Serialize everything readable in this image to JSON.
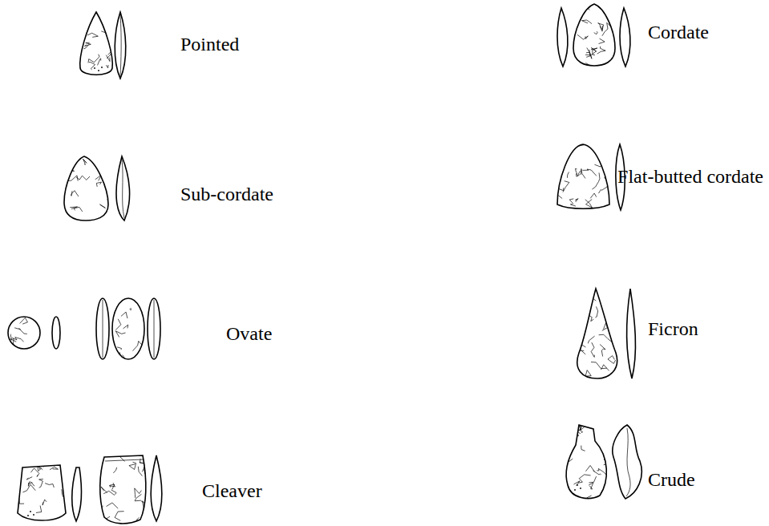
{
  "diagram": {
    "labels": [
      "Pointed",
      "Cordate",
      "Sub-cordate",
      "Flat-butted cordate",
      "Ovate",
      "Ficron",
      "Cleaver",
      "Crude"
    ]
  }
}
